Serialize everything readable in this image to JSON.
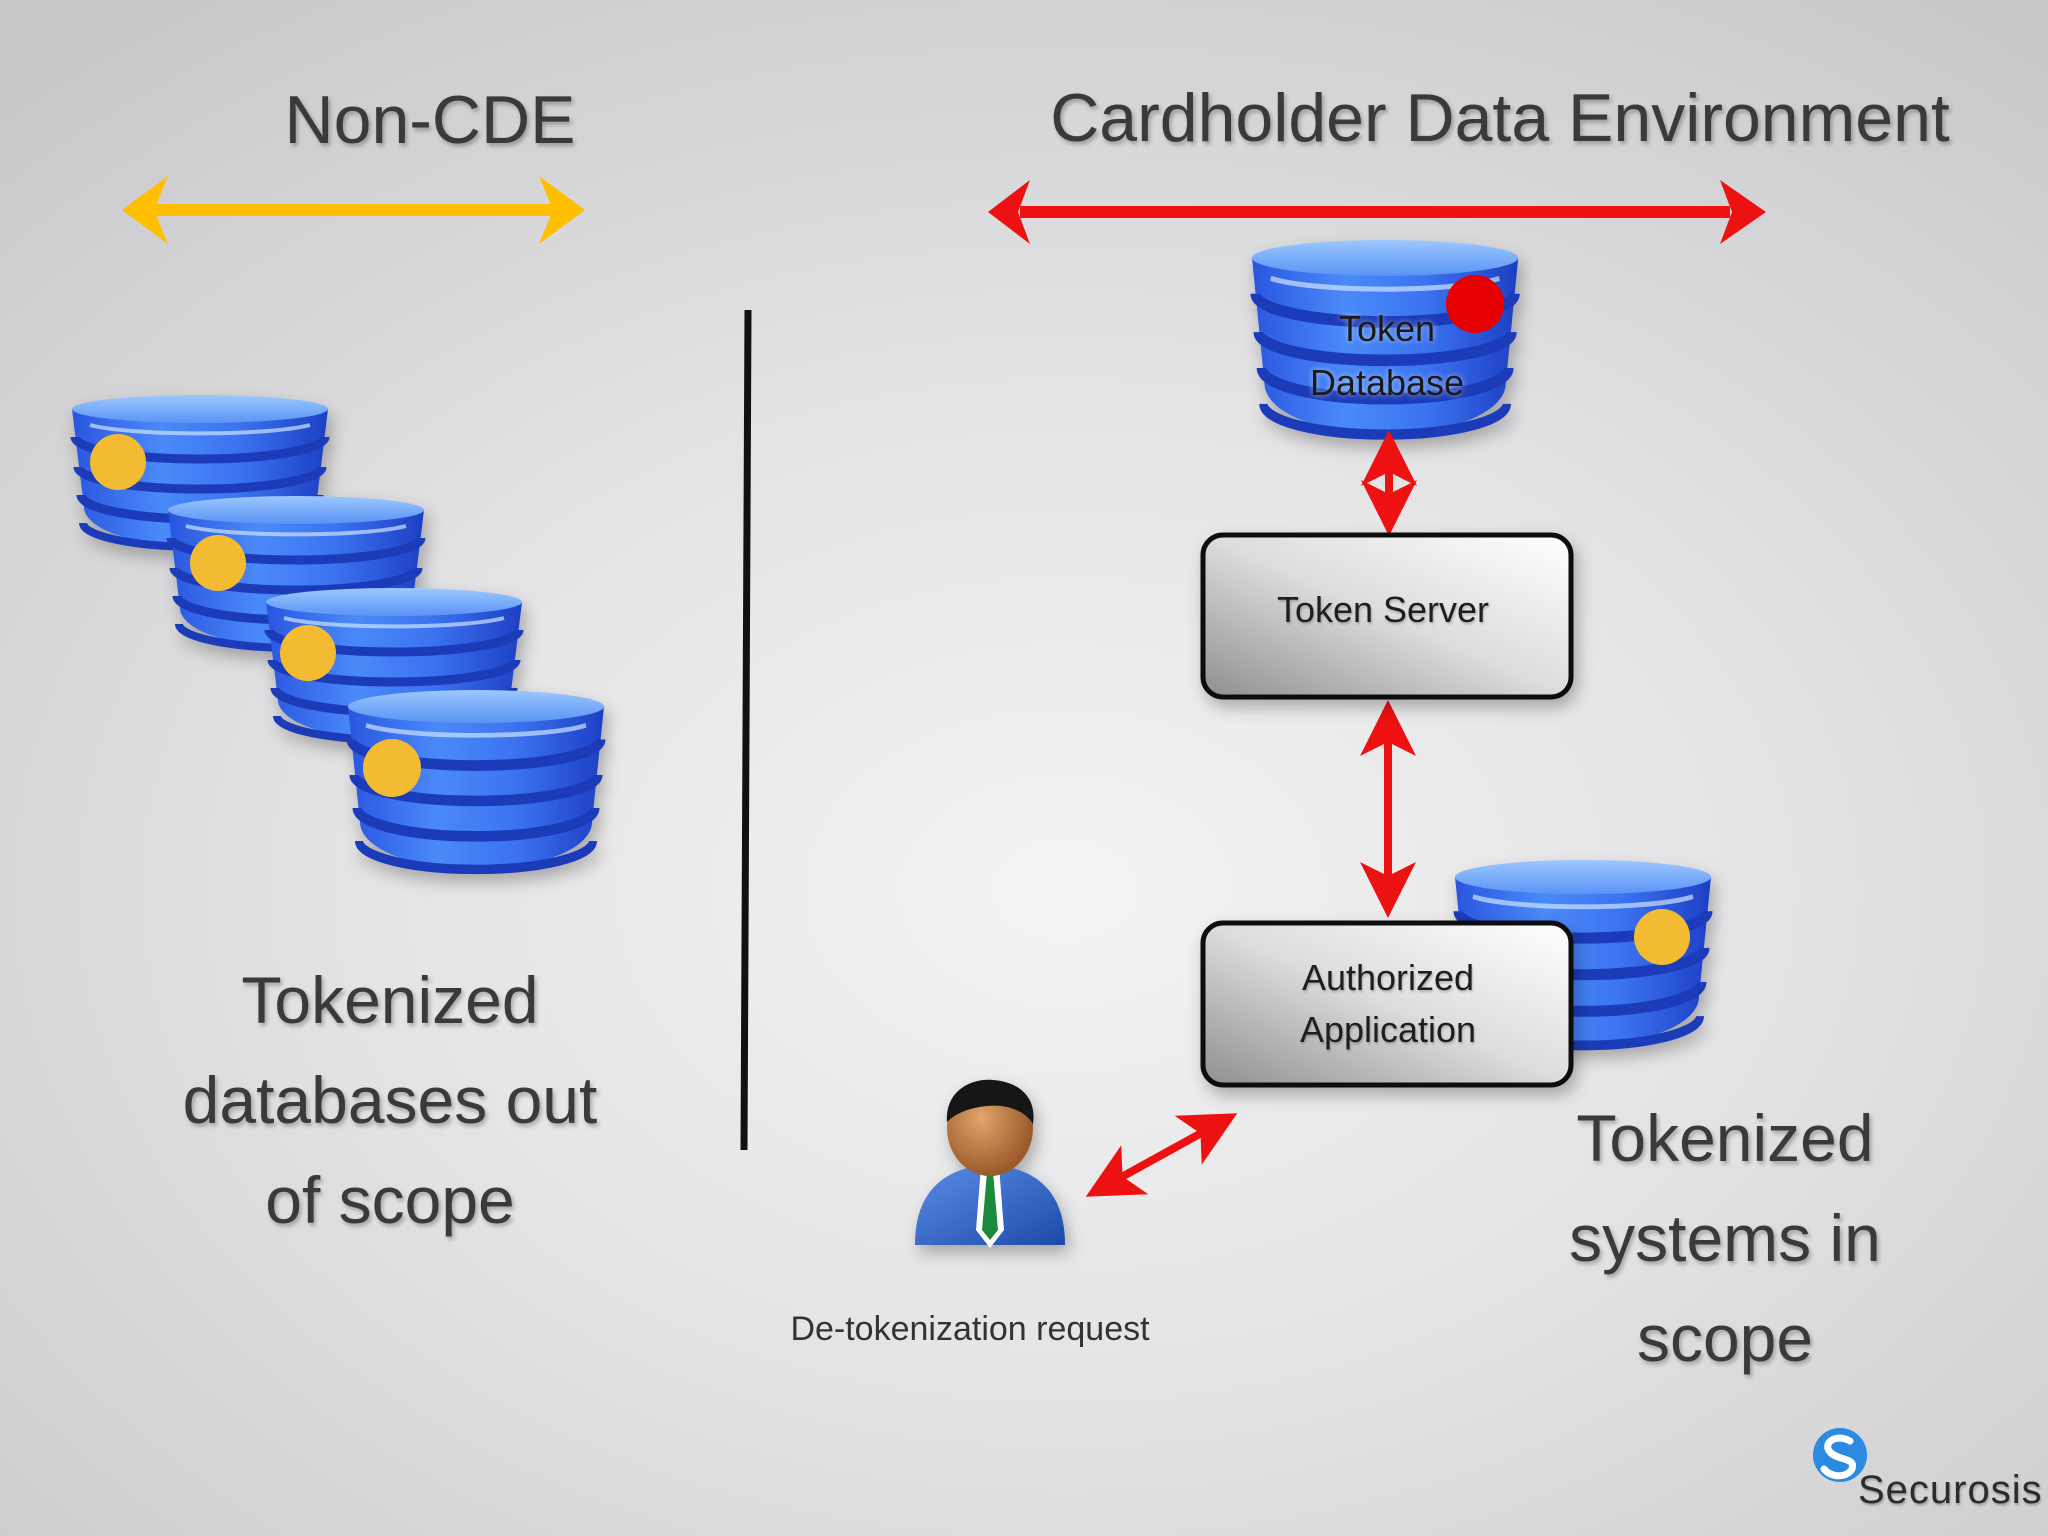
{
  "headings": {
    "left": "Non-CDE",
    "right": "Cardholder Data Environment"
  },
  "token_database": {
    "line1": "Token",
    "line2": "Database"
  },
  "token_server": {
    "label": "Token Server"
  },
  "authorized_application": {
    "line1": "Authorized",
    "line2": "Application"
  },
  "captions": {
    "left": "Tokenized databases out of scope",
    "right": "Tokenized systems in scope"
  },
  "user": {
    "label": "De-tokenization request"
  },
  "brand": {
    "name": "Securosis"
  },
  "colors": {
    "non_cde_arrow": "#ffbf00",
    "cde_arrow": "#ee1111",
    "token_marker": "#f3bb30",
    "sensitive_marker": "#e60000",
    "database_blue": "#2f67f0"
  }
}
